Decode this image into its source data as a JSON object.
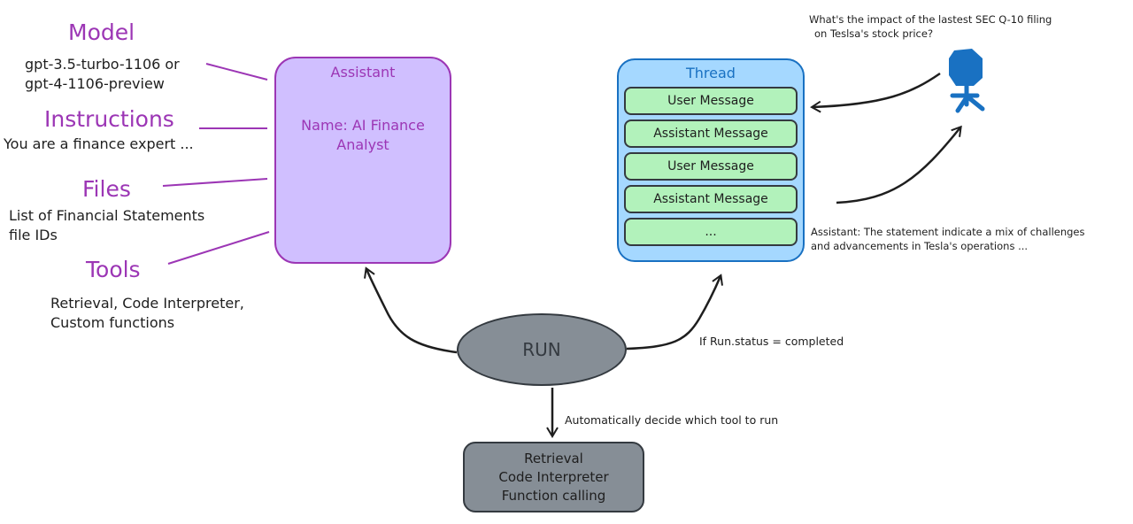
{
  "left_labels": {
    "model": {
      "heading": "Model",
      "lines": [
        "gpt-3.5-turbo-1106 or",
        "gpt-4-1106-preview"
      ]
    },
    "instructions": {
      "heading": "Instructions",
      "lines": [
        "You are a finance expert ..."
      ]
    },
    "files": {
      "heading": "Files",
      "lines": [
        "List of Financial Statements",
        "file IDs"
      ]
    },
    "tools": {
      "heading": "Tools",
      "lines": [
        "Retrieval, Code Interpreter,",
        "Custom functions"
      ]
    }
  },
  "assistant": {
    "title": "Assistant",
    "name_line1": "Name: AI Finance",
    "name_line2": "Analyst"
  },
  "thread": {
    "title": "Thread",
    "messages": [
      "User Message",
      "Assistant Message",
      "User Message",
      "Assistant Message",
      "..."
    ]
  },
  "run": {
    "label": "RUN",
    "completed_note": "If Run.status = completed",
    "auto_note": "Automatically decide which tool to run"
  },
  "tool_box": {
    "lines": [
      "Retrieval",
      "Code Interpreter",
      "Function calling"
    ]
  },
  "user": {
    "question_line1": "What's the impact of the lastest SEC Q-10 filing",
    "question_line2": "on Teslsa's stock price?",
    "icon": "user-icon"
  },
  "assistant_reply": {
    "line1": "Assistant: The statement indicate a mix of challenges",
    "line2": "and advancements in Tesla's operations ..."
  },
  "colors": {
    "purple_accent": "#9c36b5",
    "assistant_fill": "#d0bfff",
    "thread_fill": "#a5d8ff",
    "thread_stroke": "#1971c2",
    "message_fill": "#b2f2bb",
    "run_fill": "#868e96",
    "user_blue": "#1971c2"
  }
}
